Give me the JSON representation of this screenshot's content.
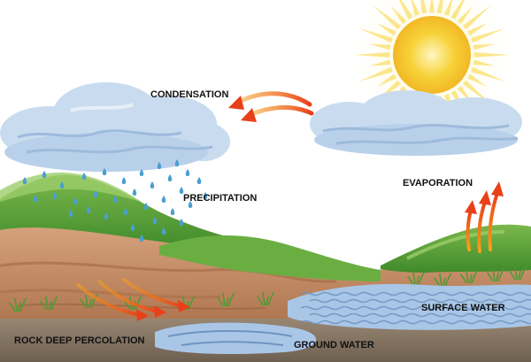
{
  "diagram": {
    "labels": {
      "condensation": "CONDENSATION",
      "precipitation": "PRECIPITATION",
      "evaporation": "EVAPORATION",
      "surface_water": "SURFACE WATER",
      "rock_deep_percolation": "ROCK DEEP PERCOLATION",
      "ground_water": "GROUND WATER"
    },
    "colors": {
      "sky": "#ffffff",
      "sun": "#f7d23a",
      "sun_rays": "#fbe27a",
      "cloud": "#c9dcef",
      "cloud_shade": "#9dbbdc",
      "rain": "#4a9fd0",
      "hill_green": "#4f9a35",
      "hill_light": "#8ac55a",
      "soil": "#c9906a",
      "soil_dark": "#9a6a48",
      "rock": "#8a7a6a",
      "water": "#a9c6e6",
      "water_shade": "#6f93c0",
      "arrow": "#f0601a",
      "text": "#111111"
    }
  }
}
